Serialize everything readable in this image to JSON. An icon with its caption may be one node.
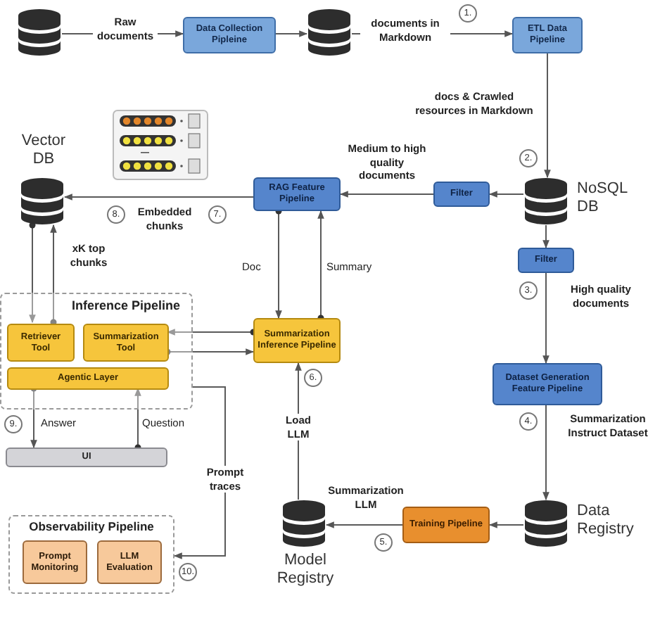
{
  "diagram": {
    "nodes": [
      {
        "text": [],
        "shape": "cylinder"
      },
      {
        "text": [
          "Data Collection Pipleine"
        ]
      },
      {
        "text": [],
        "shape": "cylinder"
      },
      {
        "text": [
          "ETL Data Pipeline"
        ]
      },
      {
        "text": [
          "NoSQL DB"
        ]
      },
      {
        "text": [
          "Filter"
        ]
      },
      {
        "text": [
          "RAG Feature Pipeline"
        ]
      },
      {
        "text": [
          "Vector DB"
        ]
      },
      {
        "text": [
          "Filter"
        ]
      },
      {
        "text": [
          "Dataset Generation Feature Pipeline"
        ]
      },
      {
        "text": [
          "Data Registry"
        ]
      },
      {
        "text": [
          "Training Pipeline"
        ]
      },
      {
        "text": [
          "Model Registry"
        ]
      },
      {
        "text": [
          "Summarization Inference Pipeline"
        ]
      },
      {
        "text": [
          "Inference Pipeline"
        ]
      },
      {
        "text": [
          "Retriever Tool"
        ],
        "in": 14
      },
      {
        "text": [
          "Summarization Tool"
        ],
        "in": 14
      },
      {
        "text": [
          "Agentic Layer"
        ],
        "in": 14
      },
      {
        "text": [
          "UI"
        ]
      },
      {
        "text": [
          "Observability Pipeline"
        ]
      },
      {
        "text": [
          "Prompt Monitoring"
        ],
        "in": 19
      },
      {
        "text": [
          "LLM Evaluation"
        ],
        "in": 19
      }
    ],
    "edges": [
      {
        "from": 0,
        "to": 1,
        "arrow": "to",
        "label": "Raw documents"
      },
      {
        "from": 1,
        "to": 2,
        "arrow": "to"
      },
      {
        "from": 2,
        "to": 3,
        "arrow": "to",
        "label": "documents in Markdown"
      },
      {
        "from": 3,
        "to": 4,
        "arrow": "to",
        "label": "docs & Crawled resources in Markdown"
      },
      {
        "from": 4,
        "to": 5,
        "arrow": "to"
      },
      {
        "from": 5,
        "to": 6,
        "arrow": "to",
        "label": "Medium to high quality documents"
      },
      {
        "from": 6,
        "to": 7,
        "arrow": "to",
        "label": "Embedded chunks"
      },
      {
        "from": 4,
        "to": 8,
        "arrow": "to"
      },
      {
        "from": 8,
        "to": 9,
        "arrow": "to",
        "label": "High quality documents"
      },
      {
        "from": 9,
        "to": 10,
        "arrow": "to",
        "label": "Summarization Instruct Dataset"
      },
      {
        "from": 10,
        "to": 11,
        "arrow": "to"
      },
      {
        "from": 11,
        "to": 12,
        "arrow": "to",
        "label": "Summarization LLM"
      },
      {
        "from": 12,
        "to": 13,
        "arrow": "to",
        "label": "Load LLM"
      },
      {
        "from": 6,
        "to": 13,
        "arrow": "to",
        "label": "Doc"
      },
      {
        "from": 13,
        "to": 6,
        "arrow": "to",
        "label": "Summary"
      },
      {
        "from": 7,
        "to": 15,
        "arrow": "to"
      },
      {
        "from": 15,
        "to": 7,
        "arrow": "to",
        "label": "xK top chunks"
      },
      {
        "from": 13,
        "to": 16,
        "arrow": "to"
      },
      {
        "from": 16,
        "to": 13,
        "arrow": "to"
      },
      {
        "from": 17,
        "to": 18,
        "arrow": "to",
        "label": "Answer"
      },
      {
        "from": 18,
        "to": 17,
        "arrow": "to",
        "label": "Question"
      },
      {
        "from": 14,
        "to": 19,
        "arrow": "to",
        "label": "Prompt traces"
      }
    ],
    "labels": [
      "1.",
      "2.",
      "8.",
      "7.",
      "3.",
      "6.",
      "9.",
      "4.",
      "10.",
      "5."
    ]
  }
}
